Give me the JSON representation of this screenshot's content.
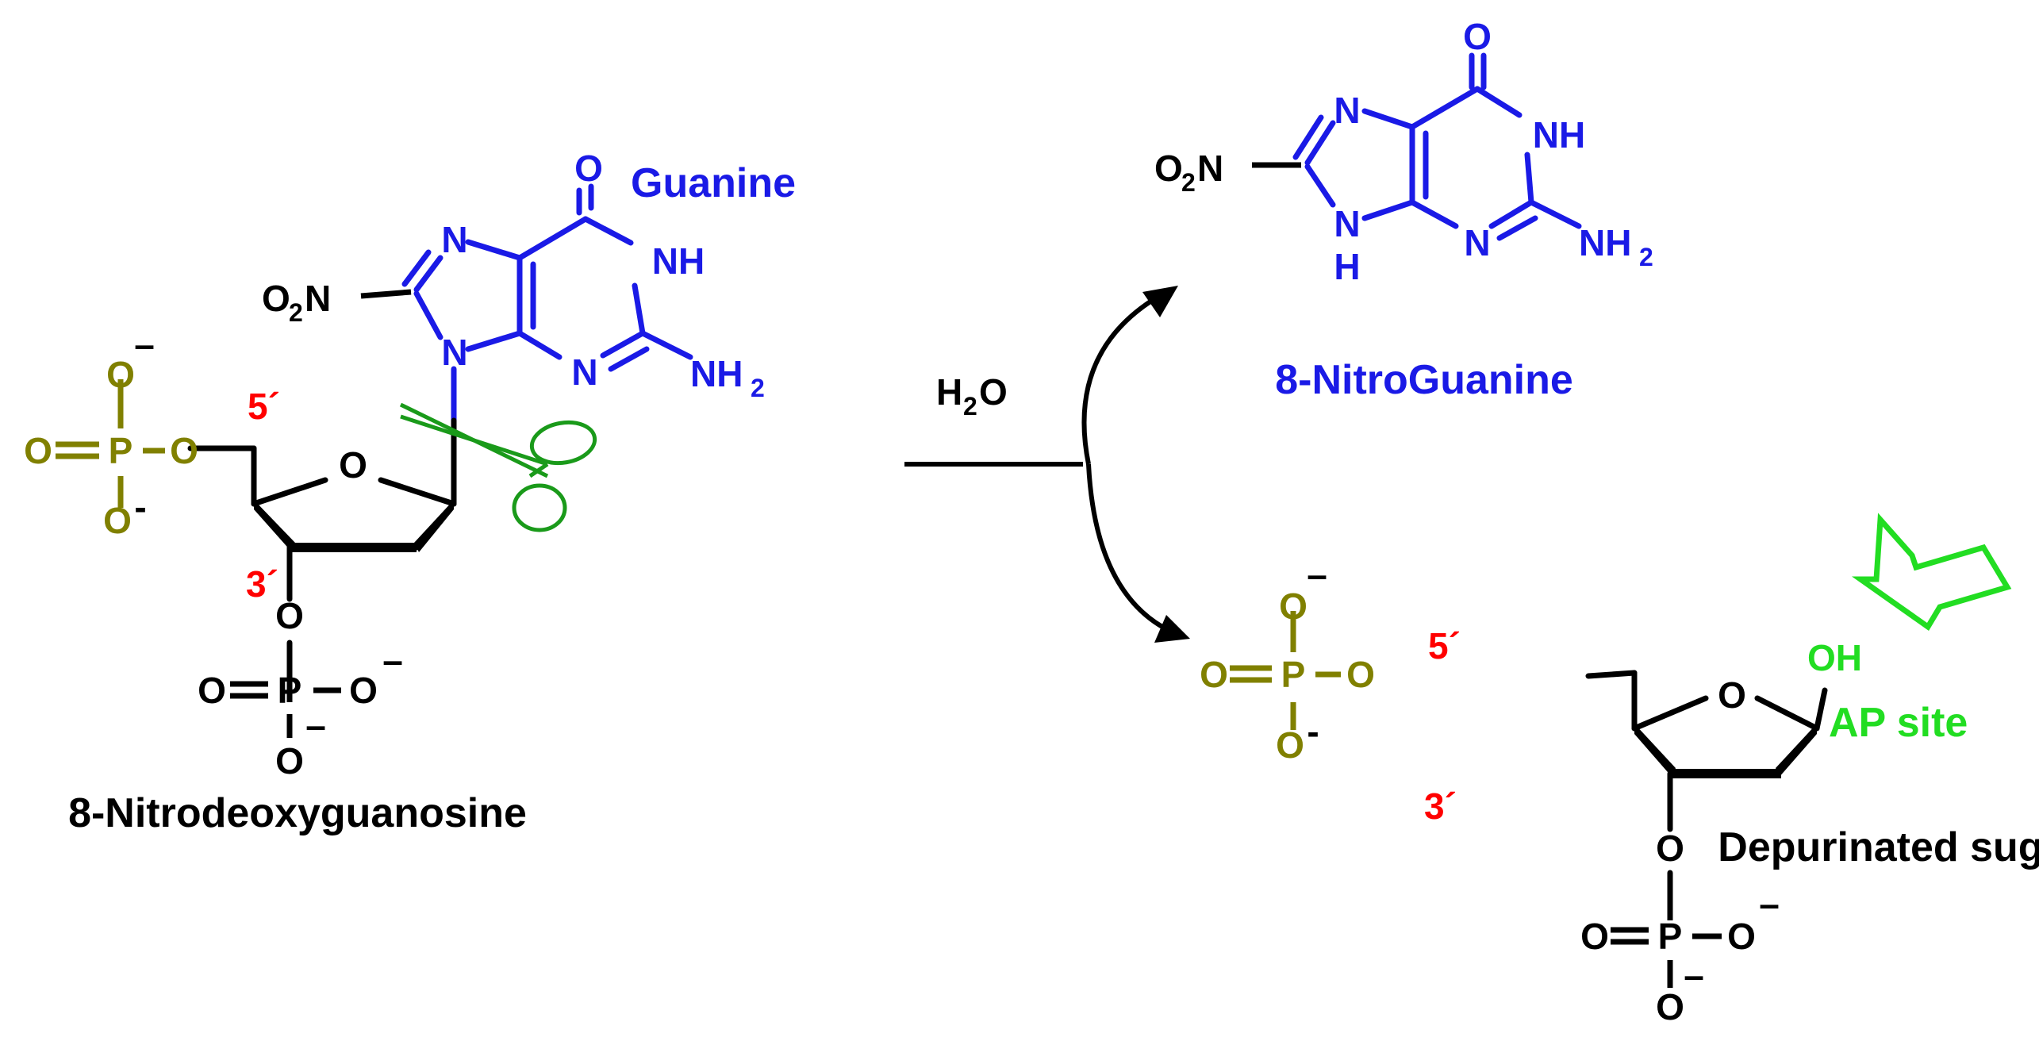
{
  "colors": {
    "base": "#1a1ae6",
    "phosphate": "#808000",
    "prime": "#ff0000",
    "ap_site": "#22dd22",
    "scissors": "#1a9a1a",
    "black": "#000000"
  },
  "labels": {
    "guanine": "Guanine",
    "nitroguanine": "8-NitroGuanine",
    "nitrodeoxyguanosine": "8-Nitrodeoxyguanosine",
    "ap_site": "AP site",
    "depurinated_sugar": "Depurinated sugar",
    "oh": "OH",
    "prime5": "5´",
    "prime3": "3´"
  },
  "reagent": {
    "h": "H",
    "sub2": "2",
    "o": "O"
  },
  "atoms": {
    "O": "O",
    "N": "N",
    "NH": "NH",
    "H": "H",
    "P": "P",
    "NH2_main": "NH",
    "NH2_sub": "2",
    "O2N_o": "O",
    "O2N_sub": "2",
    "O2N_n": "N"
  },
  "charges": {
    "minus": "–",
    "minus_small": "-"
  },
  "icons": [
    "scissors-icon",
    "hollow-arrow-icon",
    "reaction-arrow-icon"
  ]
}
